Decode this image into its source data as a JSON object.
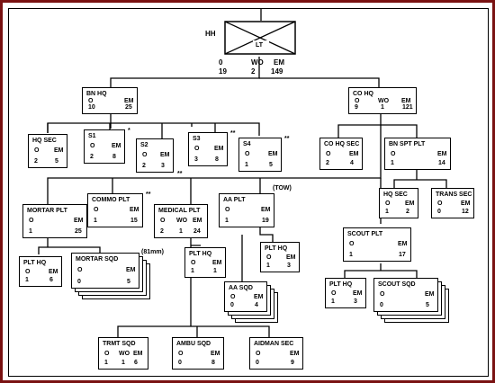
{
  "hq": {
    "designator": "HH",
    "leader": "LT",
    "labels": [
      "O",
      "WO",
      "EM"
    ],
    "values": [
      "19",
      "2",
      "149"
    ],
    "index": "0"
  },
  "units": {
    "bn_hq": {
      "title": "BN HQ",
      "o_label": "O",
      "em_label": "EM",
      "o": "10",
      "em": "25"
    },
    "co_hq": {
      "title": "CO HQ",
      "o_label": "O",
      "wo_label": "WO",
      "em_label": "EM",
      "o": "9",
      "wo": "1",
      "em": "121"
    },
    "hq_sec": {
      "title": "HQ SEC",
      "o_label": "O",
      "em_label": "EM",
      "o": "2",
      "em": "5"
    },
    "s1": {
      "title": "S1",
      "note": "*",
      "o_label": "O",
      "em_label": "EM",
      "o": "2",
      "em": "8"
    },
    "s2": {
      "title": "S2",
      "o_label": "O",
      "em_label": "EM",
      "o": "2",
      "em": "3",
      "note": "**"
    },
    "s3": {
      "title": "S3",
      "note": "**",
      "o_label": "O",
      "em_label": "EM",
      "o": "3",
      "em": "8"
    },
    "s4": {
      "title": "S4",
      "note": "**",
      "o_label": "O",
      "em_label": "EM",
      "o": "1",
      "em": "5"
    },
    "co_hq_sec": {
      "title": "CO HQ SEC",
      "o_label": "O",
      "em_label": "EM",
      "o": "2",
      "em": "4"
    },
    "bn_spt_plt": {
      "title": "BN SPT PLT",
      "o_label": "O",
      "em_label": "EM",
      "o": "1",
      "em": "14"
    },
    "hq_sec_2": {
      "title": "HQ SEC",
      "o_label": "O",
      "em_label": "EM",
      "o": "1",
      "em": "2"
    },
    "trans_sec": {
      "title": "TRANS SEC",
      "o_label": "O",
      "em_label": "EM",
      "o": "0",
      "em": "12"
    },
    "mortar_plt": {
      "title": "MORTAR PLT",
      "o_label": "O",
      "em_label": "EM",
      "o": "1",
      "em": "25"
    },
    "commo_plt": {
      "title": "COMMO PLT",
      "note": "**",
      "o_label": "O",
      "em_label": "EM",
      "o": "1",
      "em": "15"
    },
    "medical_plt": {
      "title": "MEDICAL PLT",
      "o_label": "O",
      "wo_label": "WO",
      "em_label": "EM",
      "o": "2",
      "wo": "1",
      "em": "24"
    },
    "aa_plt": {
      "title": "AA PLT",
      "note": "(TOW)",
      "o_label": "O",
      "em_label": "EM",
      "o": "1",
      "em": "19"
    },
    "plt_hq_mortar": {
      "title": "PLT HQ",
      "o_label": "O",
      "em_label": "EM",
      "o": "1",
      "em": "6"
    },
    "mortar_sqd": {
      "title": "MORTAR SQD",
      "note": "(81mm)",
      "o_label": "O",
      "em_label": "EM",
      "o": "0",
      "em": "5"
    },
    "plt_hq_med": {
      "title": "PLT HQ",
      "o_label": "O",
      "em_label": "EM",
      "o": "1",
      "em": "1"
    },
    "plt_hq_aa": {
      "title": "PLT HQ",
      "o_label": "O",
      "em_label": "EM",
      "o": "1",
      "em": "3"
    },
    "aa_sqd": {
      "title": "AA SQD",
      "o_label": "O",
      "em_label": "EM",
      "o": "0",
      "em": "4"
    },
    "scout_plt": {
      "title": "SCOUT PLT",
      "o_label": "O",
      "em_label": "EM",
      "o": "1",
      "em": "17"
    },
    "plt_hq_scout": {
      "title": "PLT HQ",
      "o_label": "O",
      "em_label": "EM",
      "o": "1",
      "em": "3"
    },
    "scout_sqd": {
      "title": "SCOUT SQD",
      "o_label": "O",
      "em_label": "EM",
      "o": "0",
      "em": "5"
    },
    "trmt_sqd": {
      "title": "TRMT SQD",
      "o_label": "O",
      "wo_label": "WO",
      "em_label": "EM",
      "o": "1",
      "wo": "1",
      "em": "6"
    },
    "ambu_sqd": {
      "title": "AMBU SQD",
      "o_label": "O",
      "em_label": "EM",
      "o": "0",
      "em": "8"
    },
    "aidman_sec": {
      "title": "AIDMAN SEC",
      "o_label": "O",
      "em_label": "EM",
      "o": "0",
      "em": "9"
    }
  }
}
